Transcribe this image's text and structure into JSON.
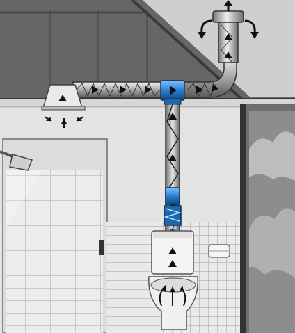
{
  "scene": {
    "kind": "bathroom-ventilation-cutaway",
    "components": [
      "ceiling-intake-grille",
      "flexible-duct",
      "blue-tee-junction",
      "roof-vent-pipe",
      "vertical-riser-duct",
      "blue-inline-fan",
      "toilet-flush-connector",
      "toilet",
      "shower-head",
      "tile-wall",
      "window-with-clouds",
      "toilet-paper-holder"
    ]
  },
  "colors": {
    "sky_top": "#5a5a5a",
    "attic_wall": "#6e6e6e",
    "ceiling_slab": "#d8d8d8",
    "wall_light": "#e8e8e8",
    "tile_grout": "#9a9a9a",
    "duct_silver": "#b9b9b9",
    "duct_dark": "#3a3a3a",
    "accent_blue": "#2a7fd4",
    "arrow_dark": "#1a1a1a",
    "cloud": "#bdbdbd",
    "window_frame": "#555555"
  },
  "icons": {
    "flow_arrow": "triangle-arrow-icon",
    "exhaust_swirl": "curved-arrow-icon",
    "intake_inward": "inward-arrow-icon"
  }
}
